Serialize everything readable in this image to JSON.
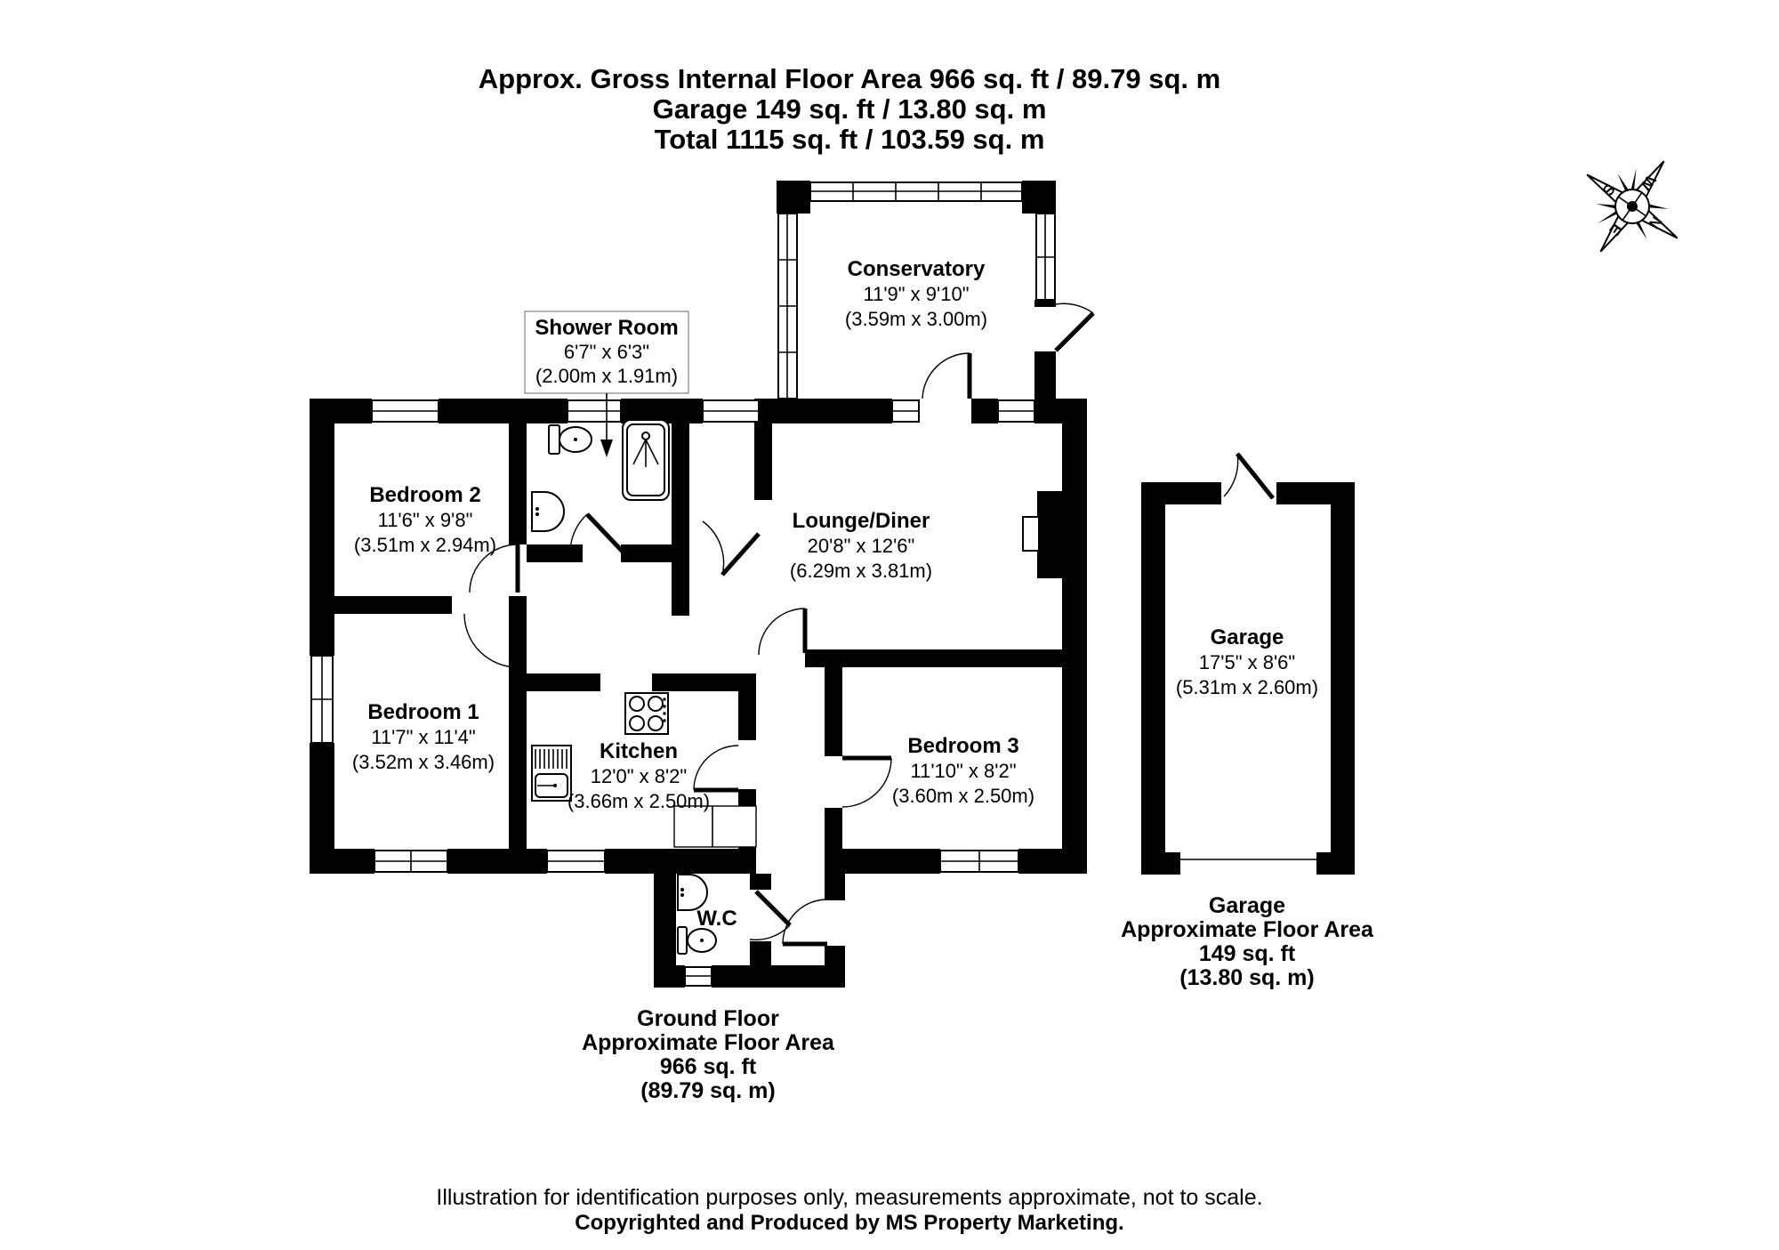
{
  "title": {
    "line1": "Approx. Gross Internal Floor Area 966 sq. ft / 89.79 sq. m",
    "line2": "Garage 149 sq. ft / 13.80 sq. m",
    "line3": "Total 1115 sq. ft / 103.59 sq. m"
  },
  "compass": {
    "n": "N",
    "e": "E",
    "s": "S",
    "w": "W"
  },
  "rooms": {
    "conservatory": {
      "name": "Conservatory",
      "imperial": "11'9\" x 9'10\"",
      "metric": "(3.59m x 3.00m)"
    },
    "shower_room": {
      "name": "Shower Room",
      "imperial": "6'7\" x 6'3\"",
      "metric": "(2.00m x 1.91m)"
    },
    "bedroom_2": {
      "name": "Bedroom 2",
      "imperial": "11'6\" x 9'8\"",
      "metric": "(3.51m x 2.94m)"
    },
    "lounge_diner": {
      "name": "Lounge/Diner",
      "imperial": "20'8\" x 12'6\"",
      "metric": "(6.29m x 3.81m)"
    },
    "bedroom_1": {
      "name": "Bedroom 1",
      "imperial": "11'7\" x 11'4\"",
      "metric": "(3.52m x 3.46m)"
    },
    "kitchen": {
      "name": "Kitchen",
      "imperial": "12'0\" x 8'2\"",
      "metric": "(3.66m x 2.50m)"
    },
    "bedroom_3": {
      "name": "Bedroom 3",
      "imperial": "11'10\" x 8'2\"",
      "metric": "(3.60m x 2.50m)"
    },
    "wc": {
      "name": "W.C"
    },
    "garage": {
      "name": "Garage",
      "imperial": "17'5\" x 8'6\"",
      "metric": "(5.31m x 2.60m)"
    }
  },
  "ground_floor_summary": {
    "line1": "Ground Floor",
    "line2": "Approximate Floor Area",
    "line3": "966 sq. ft",
    "line4": "(89.79 sq. m)"
  },
  "garage_summary": {
    "line1": "Garage",
    "line2": "Approximate Floor Area",
    "line3": "149 sq. ft",
    "line4": "(13.80 sq. m)"
  },
  "footer": {
    "line1": "Illustration for identification purposes only, measurements approximate, not to scale.",
    "line2": "Copyrighted  and Produced by MS Property Marketing."
  }
}
